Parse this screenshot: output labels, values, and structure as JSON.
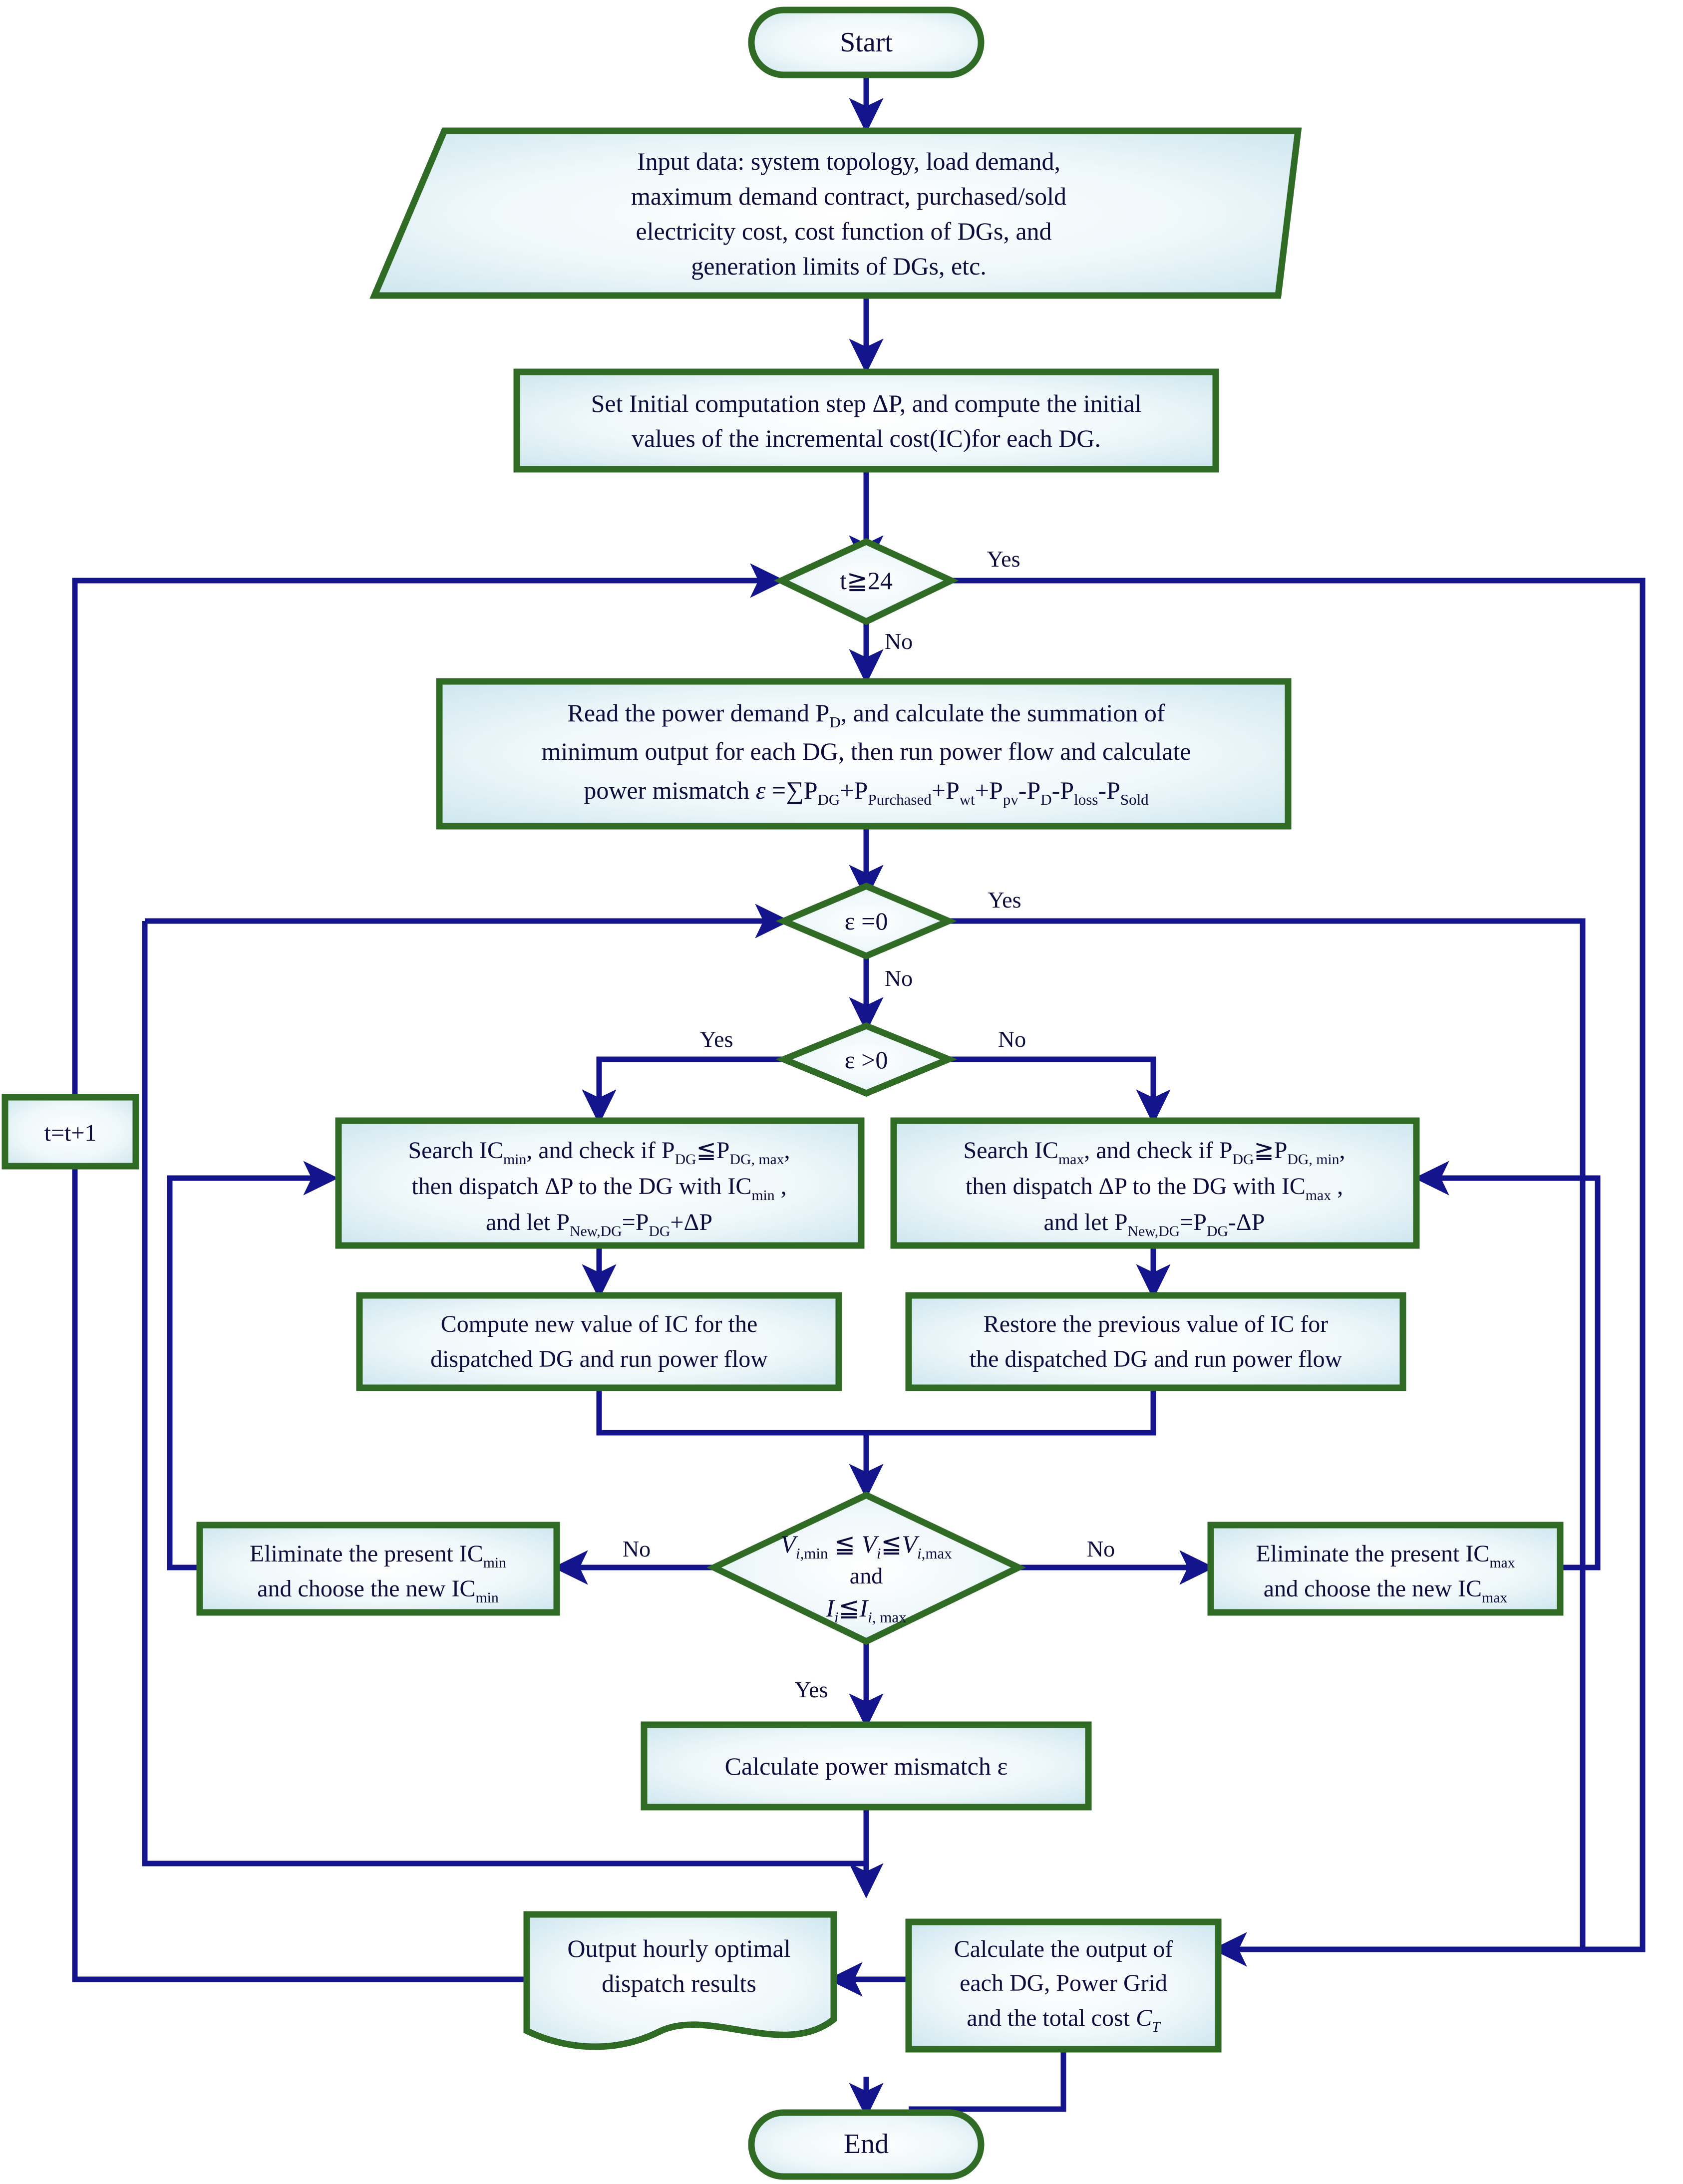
{
  "diagram": {
    "title": "Optimal dispatch flowchart",
    "colors": {
      "node_border": "#2f6b24",
      "node_fill_light": "#ffffff",
      "node_fill_edge": "#cfe7ee",
      "text": "#0d0d3d",
      "connector": "#14158c",
      "background": "#ffffff"
    }
  },
  "nodes": {
    "start": {
      "label": "Start",
      "shape": "terminator"
    },
    "input_data": {
      "shape": "parallelogram",
      "lines": [
        "Input data: system topology, load demand,",
        "maximum demand contract, purchased/sold",
        "electricity cost, cost function of DGs, and",
        "generation limits of DGs, etc."
      ]
    },
    "set_initial": {
      "shape": "process",
      "lines": [
        "Set Initial computation step ΔP, and compute the initial",
        "values of the incremental cost(IC)for each DG."
      ]
    },
    "decision_t": {
      "shape": "decision",
      "label": "t≧24"
    },
    "read_demand": {
      "shape": "process",
      "lines": [
        "Read the power demand P_D, and calculate the summation of",
        "minimum output for each DG, then run power flow and calculate",
        "power mismatch  ε =∑P_DG+P_Purchased+P_wt+P_pv-P_D-P_loss-P_Sold"
      ],
      "formula_plain": "ε =∑PDG+PPurchased+Pwt+Ppv-PD-Ploss-PSold"
    },
    "decision_eps_zero": {
      "shape": "decision",
      "label": "ε =0"
    },
    "decision_eps_pos": {
      "shape": "decision",
      "label": "ε >0"
    },
    "search_icmin": {
      "shape": "process",
      "lines": [
        "Search IC_min, and check if P_DG≦P_DG, max,",
        "then dispatch ΔP to the DG with IC_min ,",
        "and let P_New,DG=P_DG+ΔP"
      ]
    },
    "search_icmax": {
      "shape": "process",
      "lines": [
        "Search IC_max, and check if P_DG≧P_DG, min,",
        "then dispatch ΔP to the DG with IC_max ,",
        "and let P_New,DG=P_DG-ΔP"
      ]
    },
    "compute_new_ic": {
      "shape": "process",
      "lines": [
        "Compute new value of  IC for the",
        "dispatched DG and  run power flow"
      ]
    },
    "restore_prev_ic": {
      "shape": "process",
      "lines": [
        "Restore the previous value of  IC for",
        "the dispatched DG and  run power flow"
      ]
    },
    "decision_limits": {
      "shape": "decision",
      "lines": [
        "V_i,min ≦ V_i≦ V_i,max",
        "and",
        "I_i≦I_i, max"
      ]
    },
    "eliminate_icmin": {
      "shape": "process",
      "lines": [
        "Eliminate the present IC_min",
        "and choose the new IC_min"
      ]
    },
    "eliminate_icmax": {
      "shape": "process",
      "lines": [
        "Eliminate the present IC_max",
        "and choose the new IC_max"
      ]
    },
    "calc_mismatch": {
      "shape": "process",
      "label": "Calculate  power mismatch ε"
    },
    "output_results": {
      "shape": "document",
      "lines": [
        "Output hourly optimal",
        "dispatch results"
      ]
    },
    "calc_output": {
      "shape": "process",
      "lines": [
        "Calculate  the output of",
        "each DG, Power Grid",
        "and the total cost C_T"
      ]
    },
    "increment_t": {
      "shape": "process",
      "label": "t=t+1"
    },
    "end": {
      "label": "End",
      "shape": "terminator"
    }
  },
  "edge_labels": {
    "t_yes": "Yes",
    "t_no": "No",
    "eps0_yes": "Yes",
    "eps0_no": "No",
    "epspos_yes": "Yes",
    "epspos_no": "No",
    "limits_no_left": "No",
    "limits_no_right": "No",
    "limits_yes": "Yes"
  }
}
